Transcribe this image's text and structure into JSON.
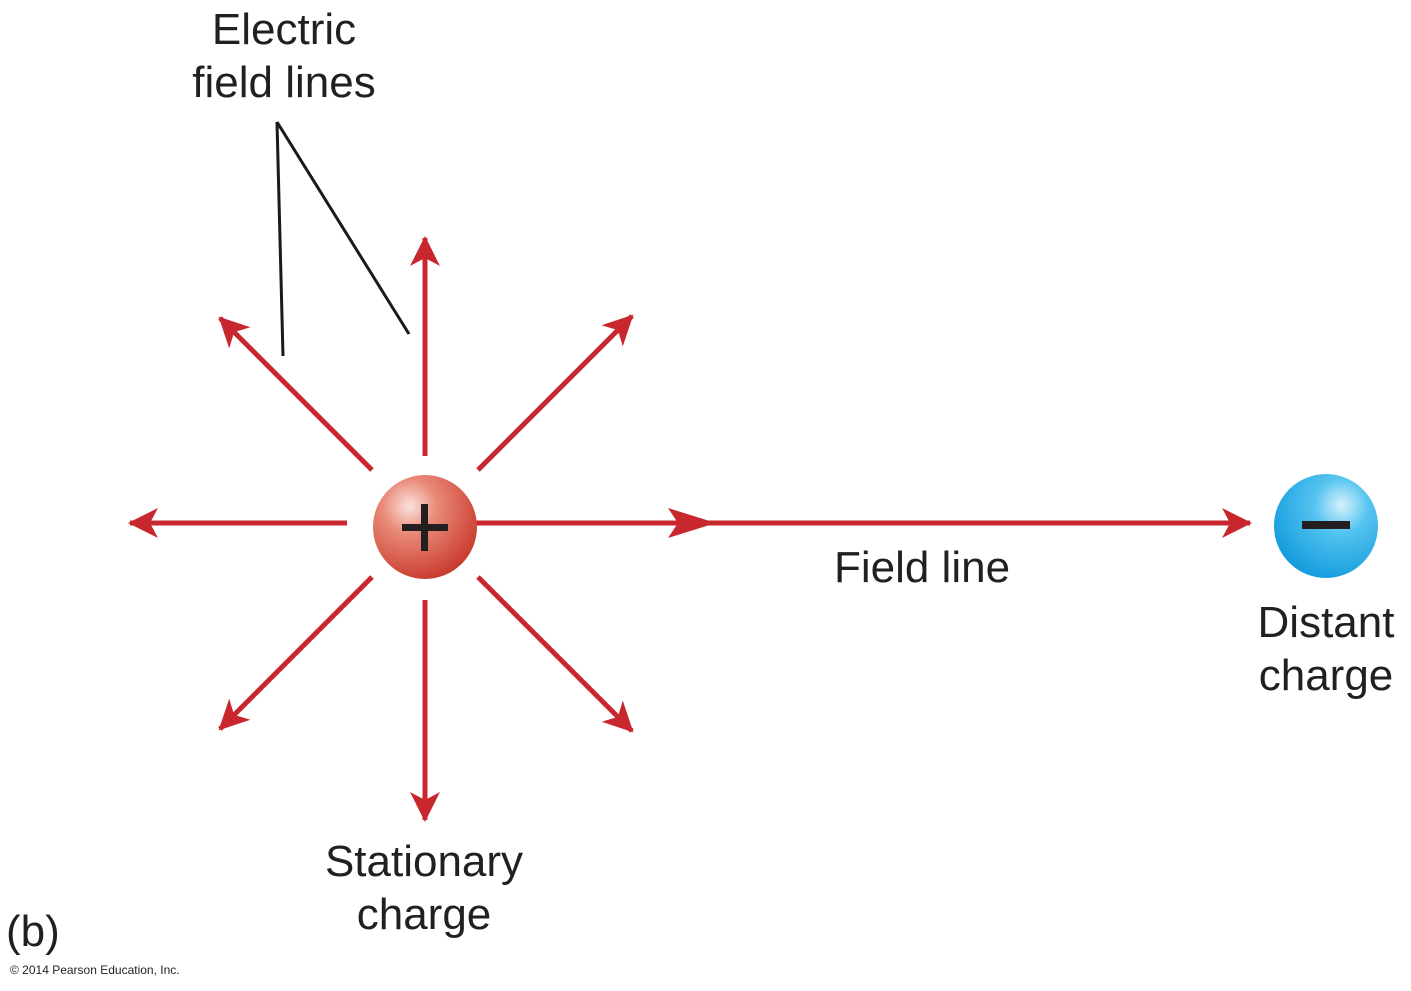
{
  "labels": {
    "electric_field_lines_1": "Electric",
    "electric_field_lines_2": "field lines",
    "field_line": "Field line",
    "stationary_charge_1": "Stationary",
    "stationary_charge_2": "charge",
    "distant_charge_1": "Distant",
    "distant_charge_2": "charge",
    "panel": "(b)",
    "copyright": "© 2014 Pearson Education, Inc."
  },
  "charges": {
    "positive": {
      "sign": "+",
      "color": "#d9453b"
    },
    "negative": {
      "sign": "−",
      "color": "#1ea7e4"
    }
  },
  "colors": {
    "field_line": "#c8282d",
    "leader_line": "#1a1a1a"
  }
}
